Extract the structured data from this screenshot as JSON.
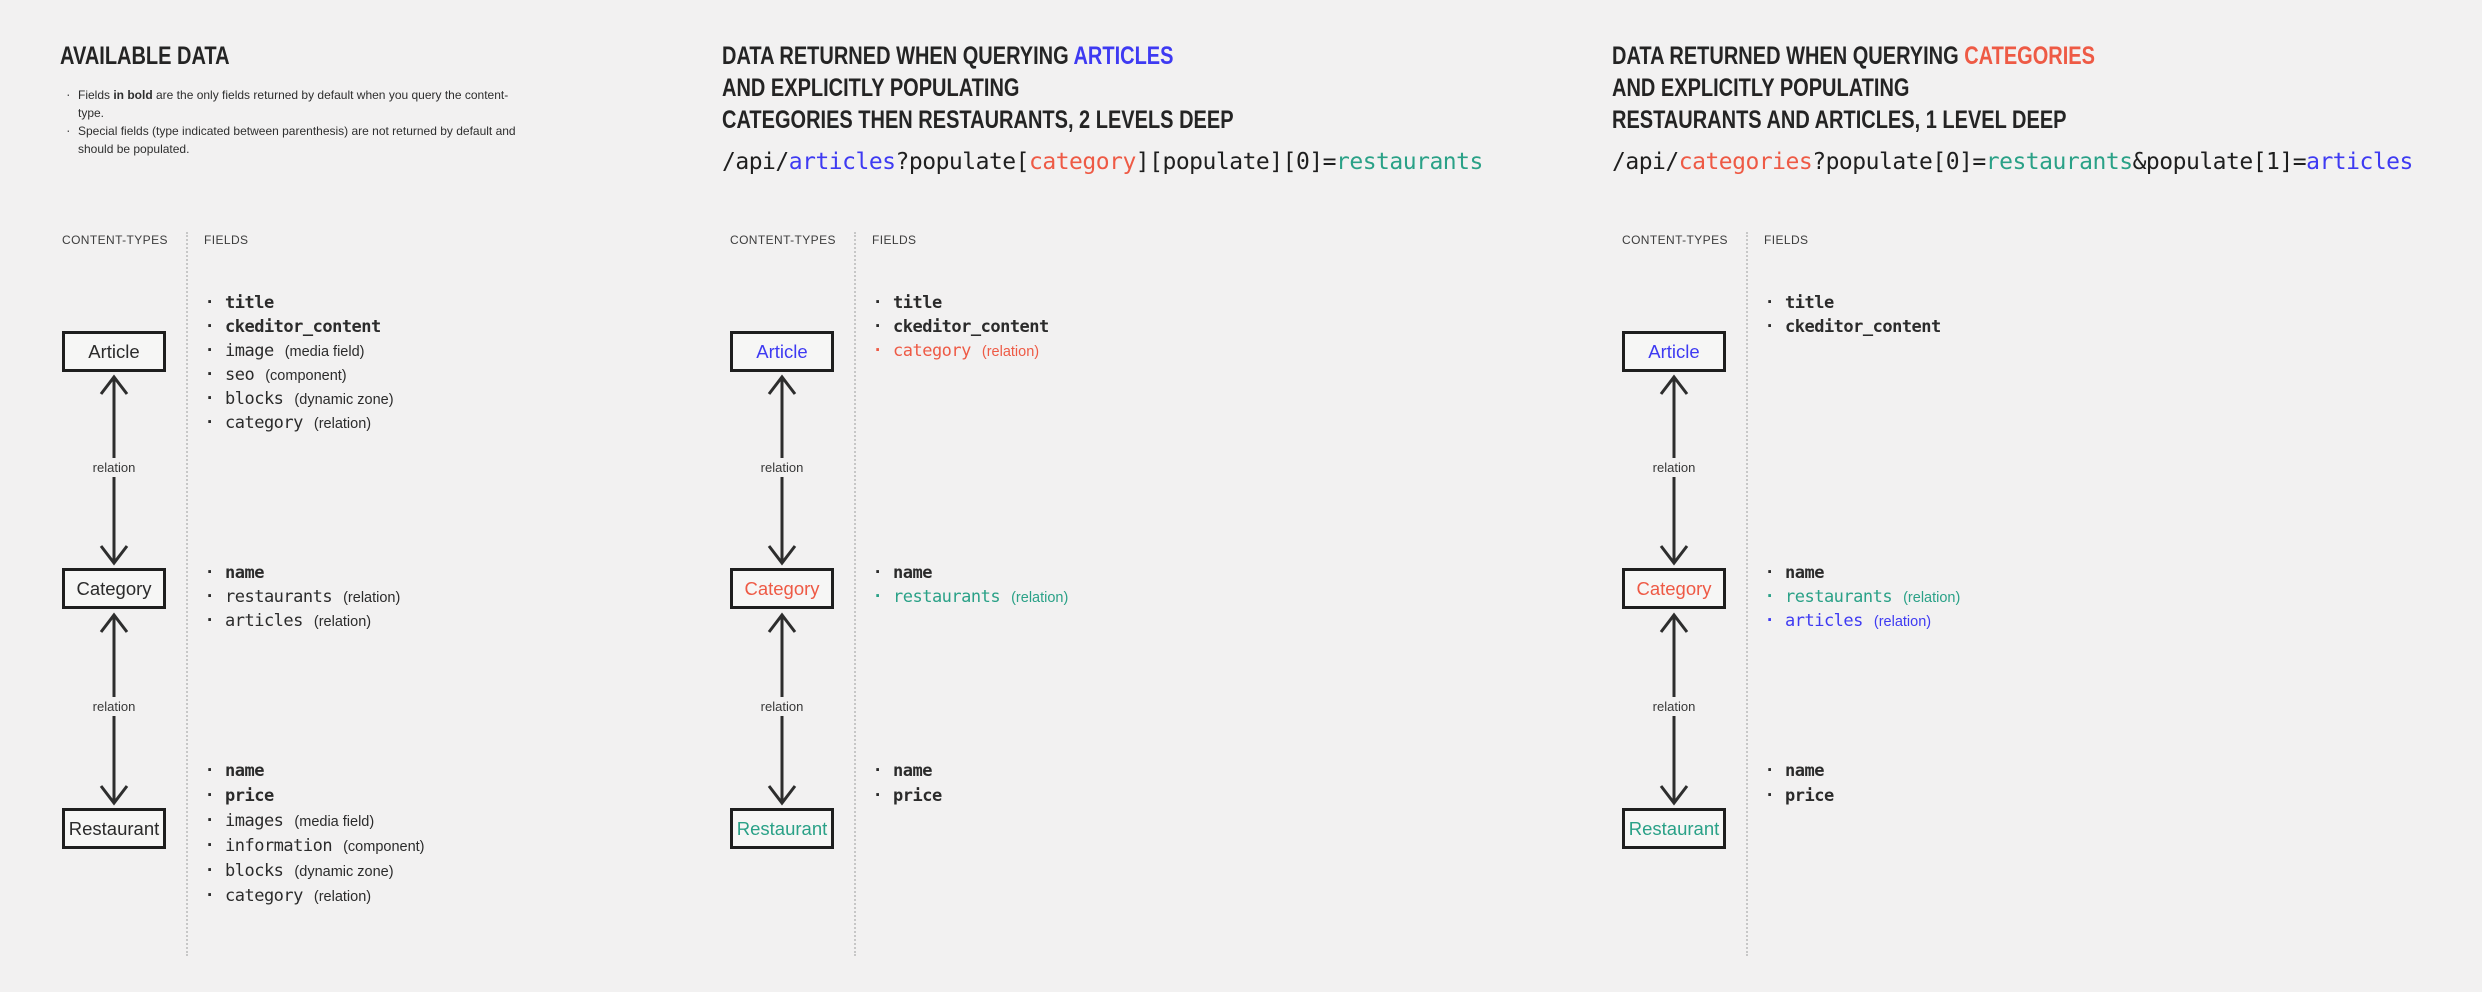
{
  "colors": {
    "background": "#f2f1f1",
    "text": "#262626",
    "blue_accent": "#3e3af2",
    "red_accent": "#ee5a45",
    "teal_accent": "#2aa187"
  },
  "available": {
    "title": "AVAILABLE DATA",
    "note1_pre": "Fields ",
    "note1_bold": "in bold",
    "note1_post": " are the only fields returned by default when you query the content-type.",
    "note2": "Special fields (type indicated between parenthesis) are not returned by default and should be populated."
  },
  "columns": [
    {
      "content_types_label": "CONTENT-TYPES",
      "fields_label": "FIELDS",
      "relation_label": "relation",
      "boxes": [
        {
          "label": "Article"
        },
        {
          "label": "Category"
        },
        {
          "label": "Restaurant"
        }
      ],
      "article_fields": [
        {
          "name": "title",
          "type": ""
        },
        {
          "name": "ckeditor_content",
          "type": ""
        },
        {
          "name": "image",
          "type": "(media field)"
        },
        {
          "name": "seo",
          "type": "(component)"
        },
        {
          "name": "blocks",
          "type": "(dynamic zone)"
        },
        {
          "name": "category",
          "type": "(relation)"
        }
      ],
      "category_fields": [
        {
          "name": "name",
          "type": ""
        },
        {
          "name": "restaurants",
          "type": "(relation)"
        },
        {
          "name": "articles",
          "type": "(relation)"
        }
      ],
      "restaurant_fields": [
        {
          "name": "name",
          "type": ""
        },
        {
          "name": "price",
          "type": ""
        },
        {
          "name": "images",
          "type": "(media field)"
        },
        {
          "name": "information",
          "type": "(component)"
        },
        {
          "name": "blocks",
          "type": "(dynamic zone)"
        },
        {
          "name": "category",
          "type": "(relation)"
        }
      ]
    },
    {
      "title_pre": "DATA RETURNED WHEN QUERYING ",
      "title_highlight": "ARTICLES",
      "title_line2": "AND EXPLICITLY POPULATING",
      "title_line3": "CATEGORIES THEN RESTAURANTS, 2 LEVELS DEEP",
      "code": [
        {
          "text": "/api/"
        },
        {
          "text": "articles"
        },
        {
          "text": "?populate["
        },
        {
          "text": "category"
        },
        {
          "text": "][populate][0]="
        },
        {
          "text": "restaurants"
        }
      ],
      "content_types_label": "CONTENT-TYPES",
      "fields_label": "FIELDS",
      "relation_label": "relation",
      "boxes": [
        {
          "label": "Article"
        },
        {
          "label": "Category"
        },
        {
          "label": "Restaurant"
        }
      ],
      "article_fields": [
        {
          "name": "title",
          "type": ""
        },
        {
          "name": "ckeditor_content",
          "type": ""
        },
        {
          "name": "category",
          "type": "(relation)"
        }
      ],
      "category_fields": [
        {
          "name": "name",
          "type": ""
        },
        {
          "name": "restaurants",
          "type": "(relation)"
        }
      ],
      "restaurant_fields": [
        {
          "name": "name",
          "type": ""
        },
        {
          "name": "price",
          "type": ""
        }
      ]
    },
    {
      "title_pre": "DATA RETURNED WHEN QUERYING ",
      "title_highlight": "CATEGORIES",
      "title_line2": "AND EXPLICITLY POPULATING",
      "title_line3": "RESTAURANTS AND ARTICLES, 1 LEVEL DEEP",
      "code": [
        {
          "text": "/api/"
        },
        {
          "text": "categories"
        },
        {
          "text": "?populate[0]="
        },
        {
          "text": "restaurants"
        },
        {
          "text": "&populate[1]="
        },
        {
          "text": "articles"
        }
      ],
      "content_types_label": "CONTENT-TYPES",
      "fields_label": "FIELDS",
      "relation_label": "relation",
      "boxes": [
        {
          "label": "Article"
        },
        {
          "label": "Category"
        },
        {
          "label": "Restaurant"
        }
      ],
      "article_fields": [
        {
          "name": "title",
          "type": ""
        },
        {
          "name": "ckeditor_content",
          "type": ""
        }
      ],
      "category_fields": [
        {
          "name": "name",
          "type": ""
        },
        {
          "name": "restaurants",
          "type": "(relation)"
        },
        {
          "name": "articles",
          "type": "(relation)"
        }
      ],
      "restaurant_fields": [
        {
          "name": "name",
          "type": ""
        },
        {
          "name": "price",
          "type": ""
        }
      ]
    }
  ]
}
